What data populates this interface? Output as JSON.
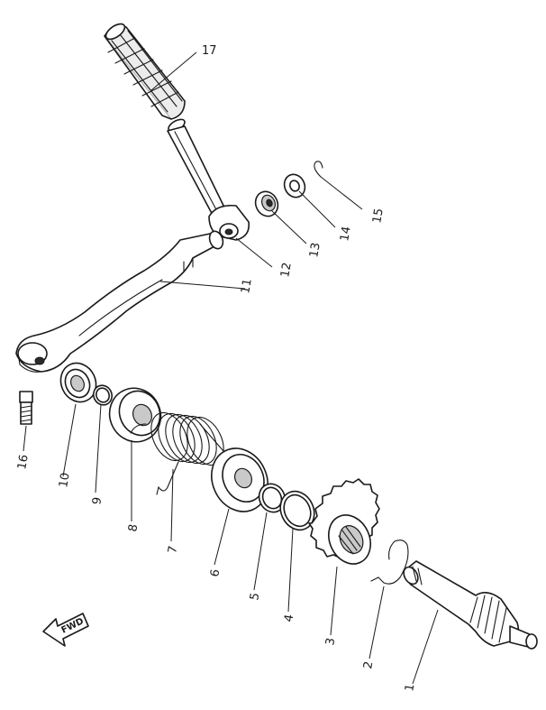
{
  "diagram": {
    "callouts": [
      {
        "id": "1",
        "label": "1"
      },
      {
        "id": "2",
        "label": "2"
      },
      {
        "id": "3",
        "label": "3"
      },
      {
        "id": "4",
        "label": "4"
      },
      {
        "id": "5",
        "label": "5"
      },
      {
        "id": "6",
        "label": "6"
      },
      {
        "id": "7",
        "label": "7"
      },
      {
        "id": "8",
        "label": "8"
      },
      {
        "id": "9",
        "label": "9"
      },
      {
        "id": "10",
        "label": "10"
      },
      {
        "id": "11",
        "label": "11"
      },
      {
        "id": "12",
        "label": "12"
      },
      {
        "id": "13",
        "label": "13"
      },
      {
        "id": "14",
        "label": "14"
      },
      {
        "id": "15",
        "label": "15"
      },
      {
        "id": "16",
        "label": "16"
      },
      {
        "id": "17",
        "label": "17"
      }
    ],
    "direction_marker": "FWD"
  }
}
